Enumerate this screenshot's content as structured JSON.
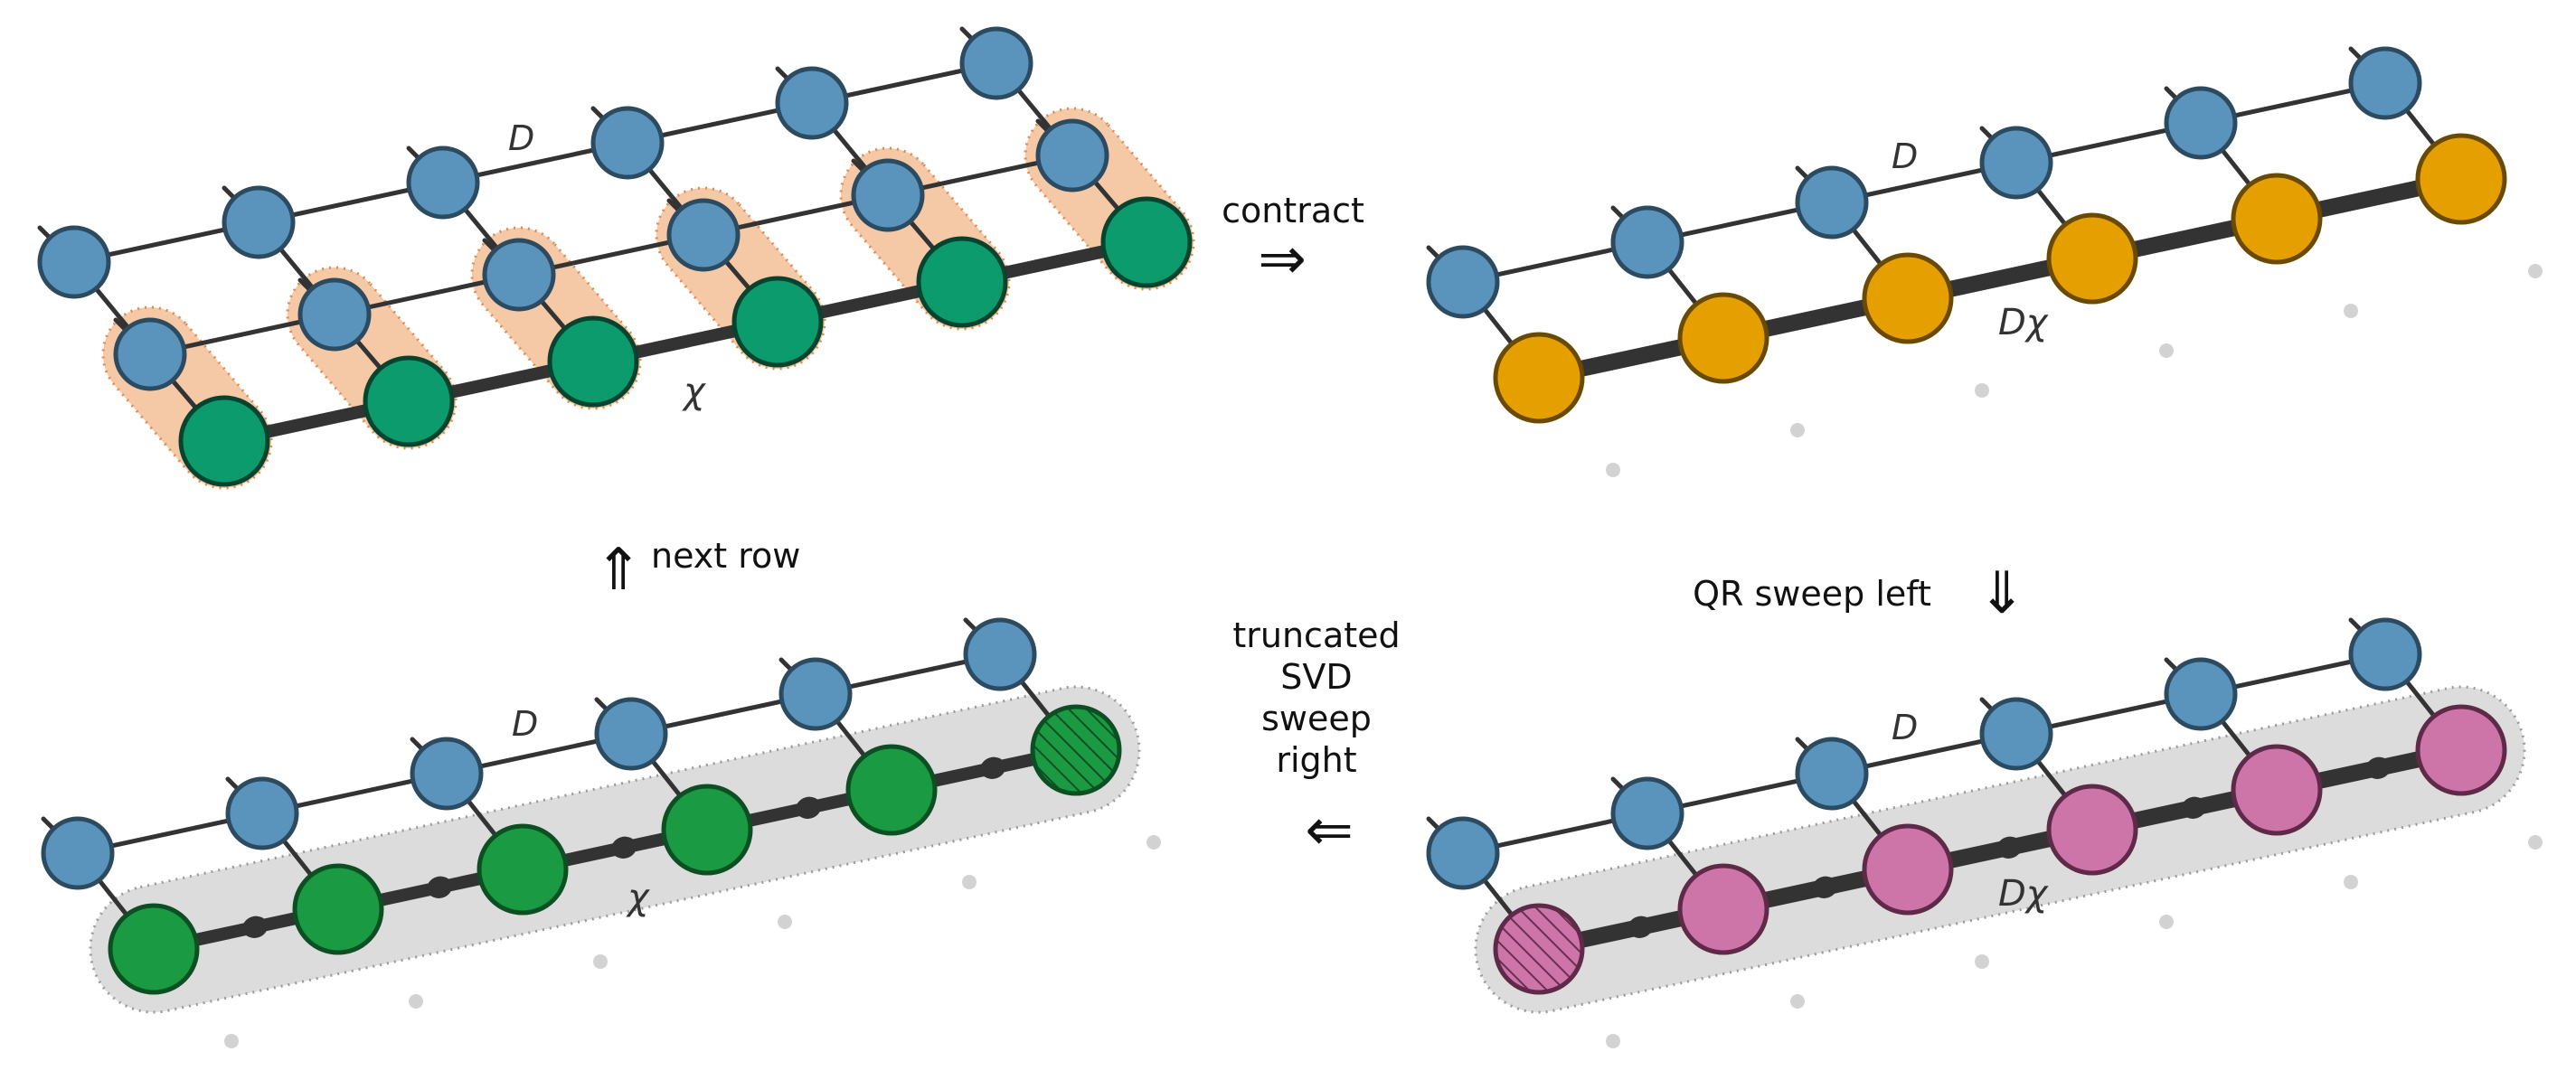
{
  "colors": {
    "blue_tensor": "#5a93bb",
    "green_tensor": "#0b9b6c",
    "green_tensor_b": "#1a9a43",
    "orange_tensor": "#e5a000",
    "pink_tensor": "#cd75a8",
    "peach_halo": "#f5c8a6",
    "gray_band": "#dcdcdc",
    "bond": "#333333"
  },
  "labels": {
    "contract": "contract",
    "next_row": "next row",
    "qr_sweep_left": "QR sweep left",
    "truncated_svd": [
      "truncated",
      "SVD",
      "sweep",
      "right"
    ],
    "bond_D": "D",
    "bond_chi": "χ",
    "bond_Dchi": "Dχ"
  },
  "arrows": {
    "right": "⇒",
    "up": "⇑",
    "down": "⇓",
    "left": "⇐"
  },
  "panels": [
    {
      "id": "top-left",
      "lower_row": "green",
      "bond_label": "χ",
      "halo": true
    },
    {
      "id": "top-right",
      "lower_row": "orange",
      "bond_label": "Dχ"
    },
    {
      "id": "bottom-right",
      "lower_row": "pink",
      "bond_label": "Dχ",
      "hatched_end": "left"
    },
    {
      "id": "bottom-left",
      "lower_row": "green",
      "bond_label": "χ",
      "hatched_end": "right"
    }
  ]
}
